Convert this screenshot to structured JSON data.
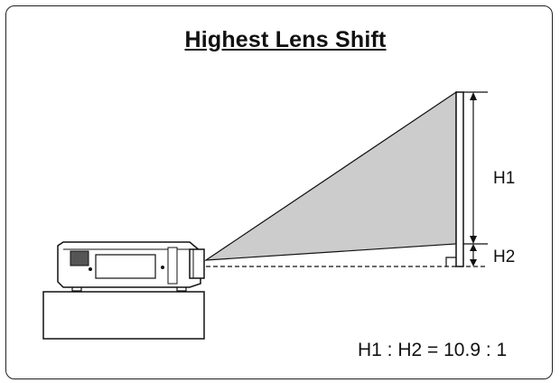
{
  "title": "Highest Lens Shift",
  "labels": {
    "h1": "H1",
    "h2": "H2"
  },
  "ratio_text": "H1 : H2 = 10.9 : 1",
  "colors": {
    "beam_fill": "#cccccc",
    "line": "#111111"
  }
}
